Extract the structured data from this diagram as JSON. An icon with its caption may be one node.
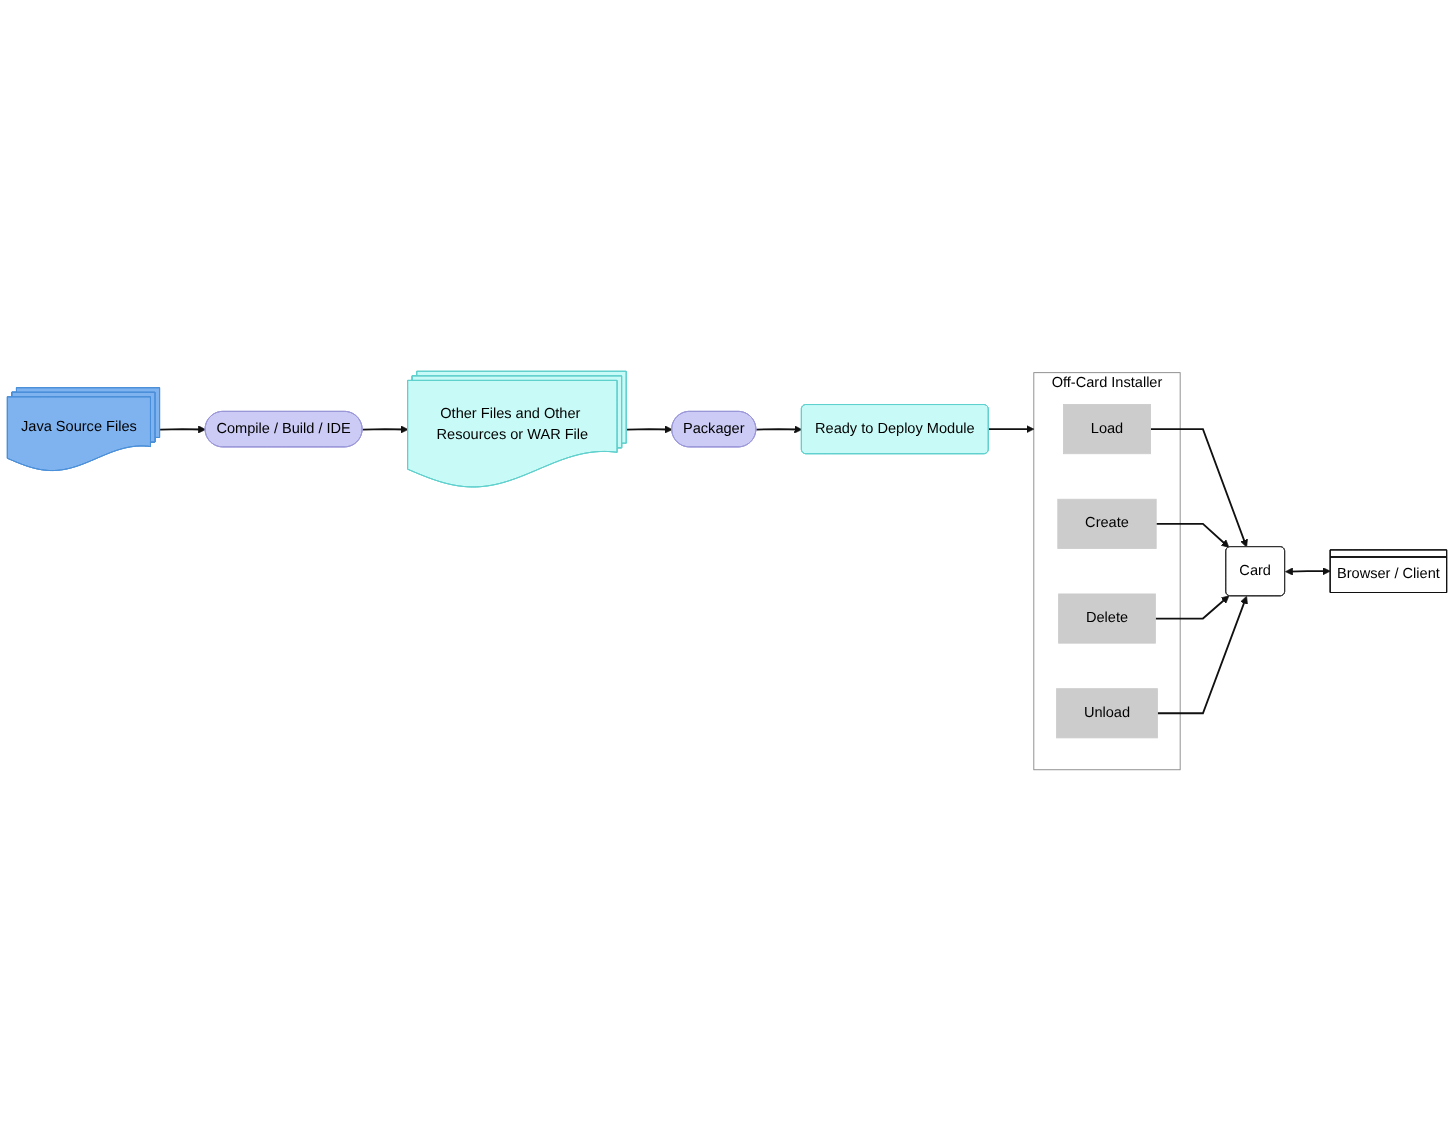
{
  "diagram": {
    "nodes": [
      {
        "text": [
          "Java Source Files"
        ]
      },
      {
        "text": [
          "Compile / Build / IDE"
        ]
      },
      {
        "text": [
          "Other Files and Other Resources or WAR File"
        ]
      },
      {
        "text": [
          "Packager"
        ]
      },
      {
        "text": [
          "Ready to Deploy Module"
        ]
      },
      {
        "text": [
          "Off-Card Installer"
        ]
      },
      {
        "text": [
          "Load"
        ],
        "in": 5
      },
      {
        "text": [
          "Create"
        ],
        "in": 5
      },
      {
        "text": [
          "Delete"
        ],
        "in": 5
      },
      {
        "text": [
          "Unload"
        ],
        "in": 5
      },
      {
        "text": [
          "Card"
        ]
      },
      {
        "text": [
          "Browser / Client"
        ]
      }
    ],
    "edges": [
      {
        "from": 0,
        "to": 1,
        "arrow": "to"
      },
      {
        "from": 1,
        "to": 2,
        "arrow": "to"
      },
      {
        "from": 2,
        "to": 3,
        "arrow": "to"
      },
      {
        "from": 3,
        "to": 4,
        "arrow": "to"
      },
      {
        "from": 4,
        "to": 5,
        "arrow": "to"
      },
      {
        "from": 6,
        "to": 10,
        "arrow": "to"
      },
      {
        "from": 7,
        "to": 10,
        "arrow": "to"
      },
      {
        "from": 8,
        "to": 10,
        "arrow": "to"
      },
      {
        "from": 9,
        "to": 10,
        "arrow": "to"
      },
      {
        "from": 10,
        "to": 11,
        "arrow": "both"
      }
    ]
  }
}
